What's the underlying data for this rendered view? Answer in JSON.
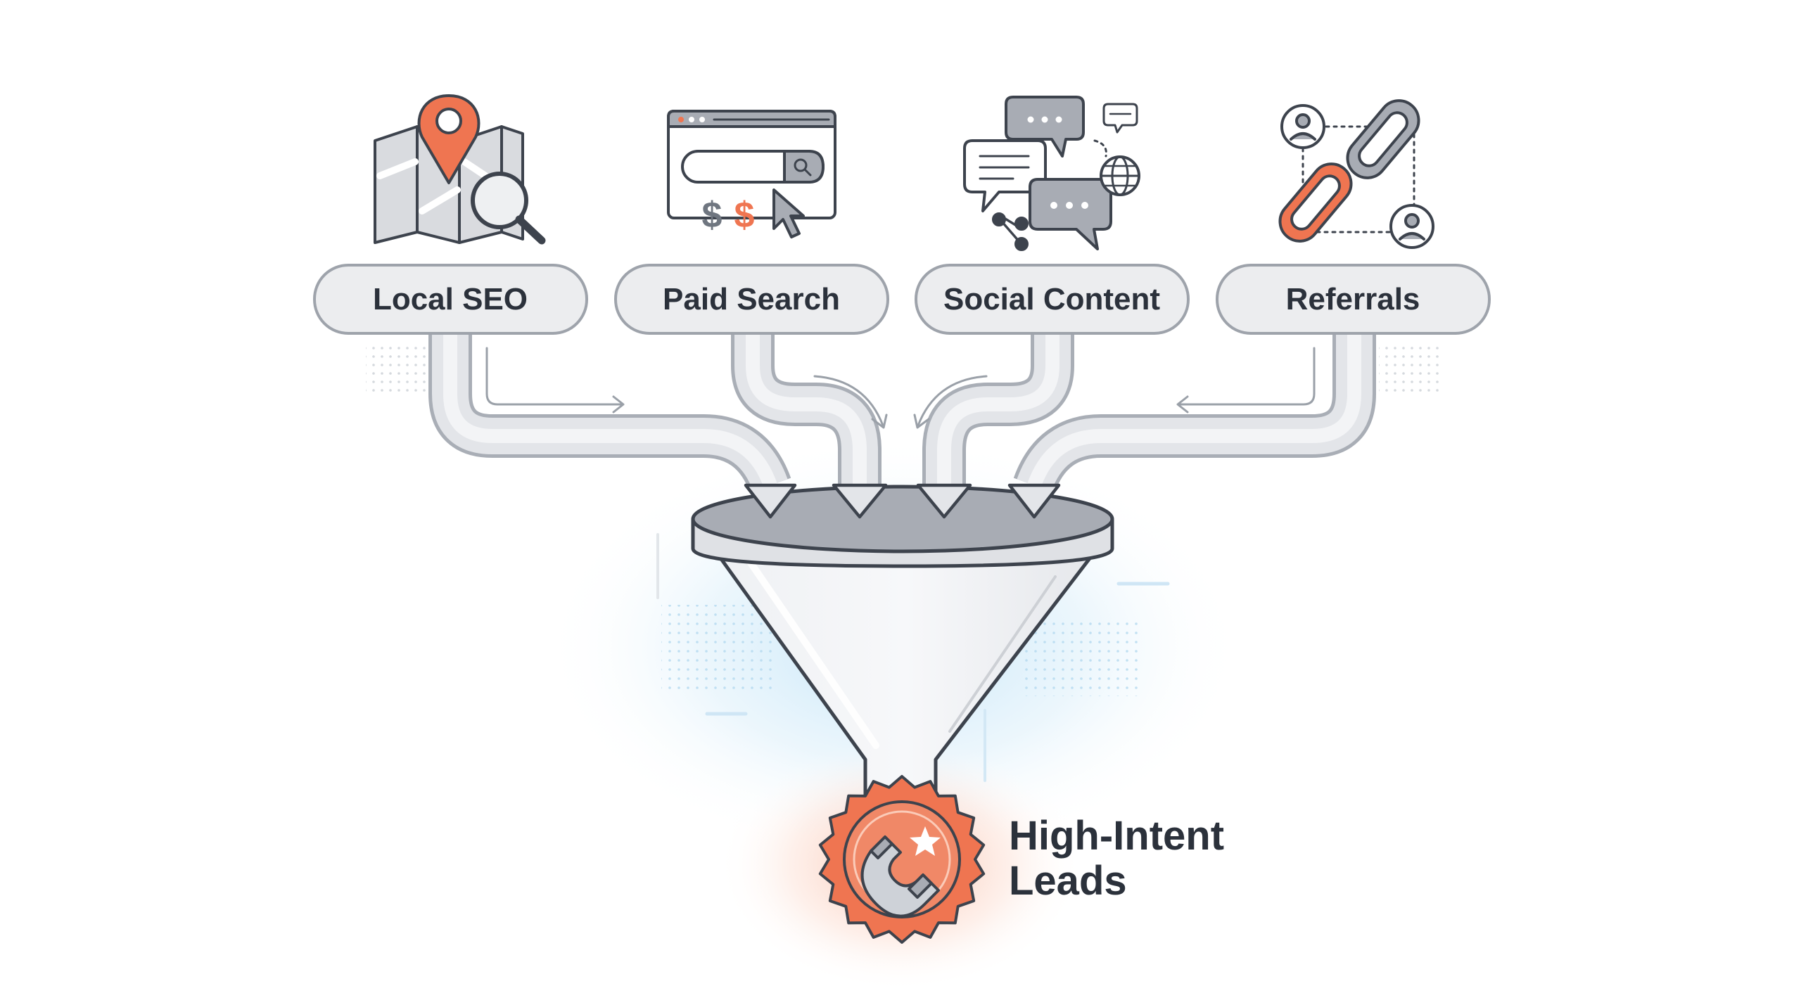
{
  "sources": [
    {
      "label": "Local SEO",
      "icon": "map-search-icon"
    },
    {
      "label": "Paid Search",
      "icon": "browser-search-ad-icon"
    },
    {
      "label": "Social Content",
      "icon": "social-chat-icon"
    },
    {
      "label": "Referrals",
      "icon": "referral-link-icon"
    }
  ],
  "result": {
    "line1": "High-Intent",
    "line2": "Leads",
    "icon": "magnet-badge-icon"
  },
  "colors": {
    "accent": "#ef7551",
    "outline": "#3d434d",
    "pill_fill": "#ecedef",
    "pipe_fill": "#e2e4e8",
    "glow_blue": "#bfe3f7"
  }
}
